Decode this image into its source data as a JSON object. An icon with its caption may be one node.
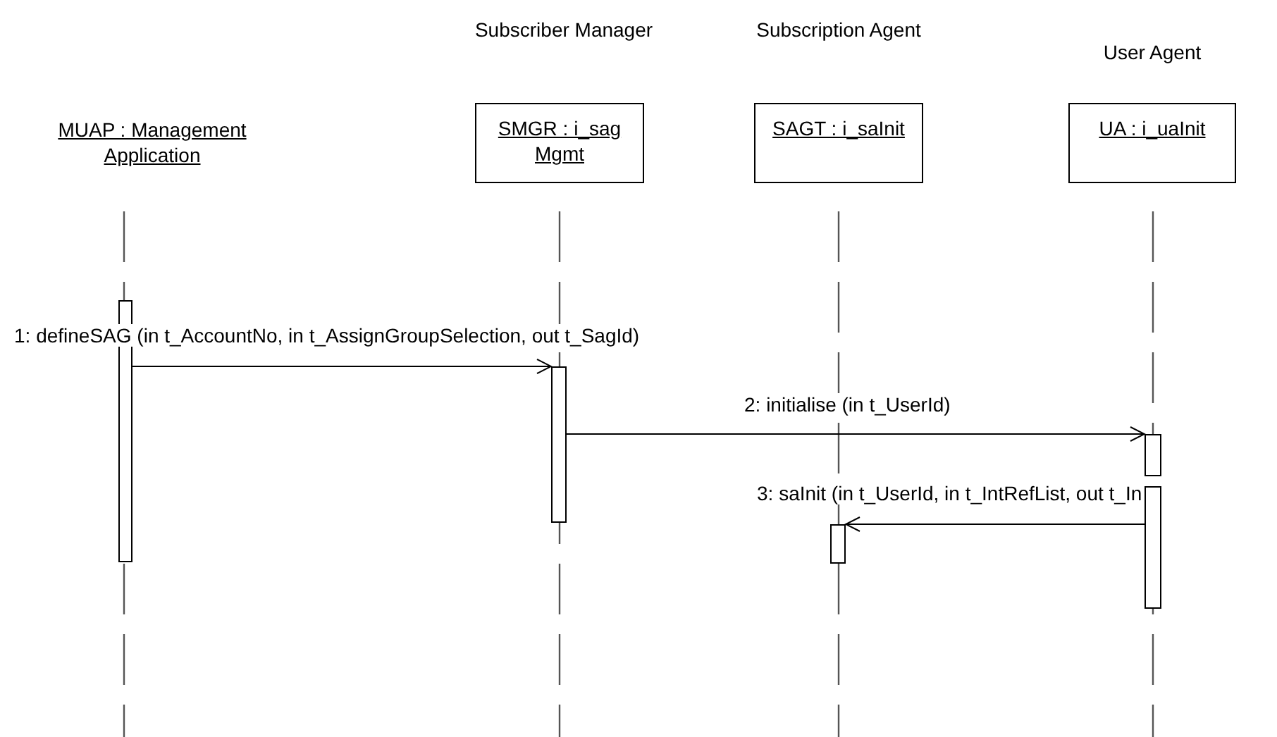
{
  "diagram": {
    "nodes": [
      {
        "text": [
          "MUAP : Management Application"
        ]
      },
      {
        "text": [
          "Subscriber Manager",
          "SMGR : i_sag Mgmt"
        ]
      },
      {
        "text": [
          "Subscription Agent",
          "SAGT : i_saInit"
        ]
      },
      {
        "text": [
          "User Agent",
          "UA : i_uaInit"
        ]
      },
      {
        "text": [],
        "shape": "bar"
      },
      {
        "text": [],
        "shape": "bar"
      },
      {
        "text": [],
        "shape": "bar"
      },
      {
        "text": [],
        "shape": "bar"
      },
      {
        "text": [],
        "shape": "bar"
      }
    ],
    "edges": [
      {
        "from": 4,
        "to": 5,
        "arrow": "to",
        "label": "1: defineSAG (in t_AccountNo, in t_AssignGroupSelection, out t_SagId)"
      },
      {
        "from": 5,
        "to": 6,
        "arrow": "to",
        "label": "2: initialise (in t_UserId)"
      },
      {
        "from": 7,
        "to": 8,
        "arrow": "to",
        "label": "3: saInit (in t_UserId, in t_IntRefList, out t_In"
      }
    ]
  }
}
